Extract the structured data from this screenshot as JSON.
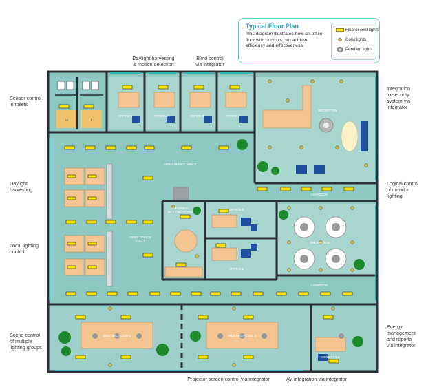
{
  "legend": {
    "title": "Typical Floor Plan",
    "description": "This diagram illustrates how an office floor with controls can achieve efficiency and effectiveness.",
    "items": [
      "Fluorescent lights",
      "Downlights",
      "Pendant lights"
    ]
  },
  "annotations": {
    "daylight_motion": "Daylight harvesting\n& motion detection",
    "blind_control": "Blind control\nvia integrator",
    "sensor_toilets": "Sensor control\nin toilets",
    "daylight_harvesting": "Daylight\nharvesting",
    "local_lighting": "Local lighting\ncontrol",
    "scene_control": "Scene control\nof multiple\nlighting groups",
    "integration_security": "Integration\nto security\nsystem via\nintegrator",
    "logical_corridor": "Logical control\nof corridor\nlighting",
    "energy_mgmt": "Energy\nmanagement\nand reports\nvia integrator",
    "projector": "Projector screen control via integrator",
    "av_integration": "AV integration via integrator"
  },
  "rooms": {
    "toilet_m": "M",
    "toilet_f": "F",
    "office1": "OFFICE 1",
    "office2": "OFFICE 2",
    "office3": "OFFICE 3",
    "office4": "OFFICE 4",
    "reception": "RECEPTION",
    "open_office_space": "OPEN OFFICE SPACE",
    "open_office_space_2": "OPEN OFFICE\nSPACE",
    "informal_meeting": "INFORMAL\nMEETING ROOM",
    "office5": "OFFICE 5",
    "office6": "OFFICE 6",
    "showroom": "SHOWROOM",
    "corridor1": "CORRIDOR",
    "corridor2": "CORRIDOR",
    "meeting1": "MEETING ROOM 1",
    "meeting2": "MEETING ROOM 2",
    "ceo": "CEO OFFICE"
  },
  "colors": {
    "wall": "#2b2f36",
    "floor": "#8fc7c2",
    "floor_light": "#a9d5cf",
    "desk": "#f2c592",
    "fluorescent": "#ffe400",
    "chair": "#1f4f9e",
    "accent": "#2a9db7",
    "plant": "#1e8a2e"
  }
}
